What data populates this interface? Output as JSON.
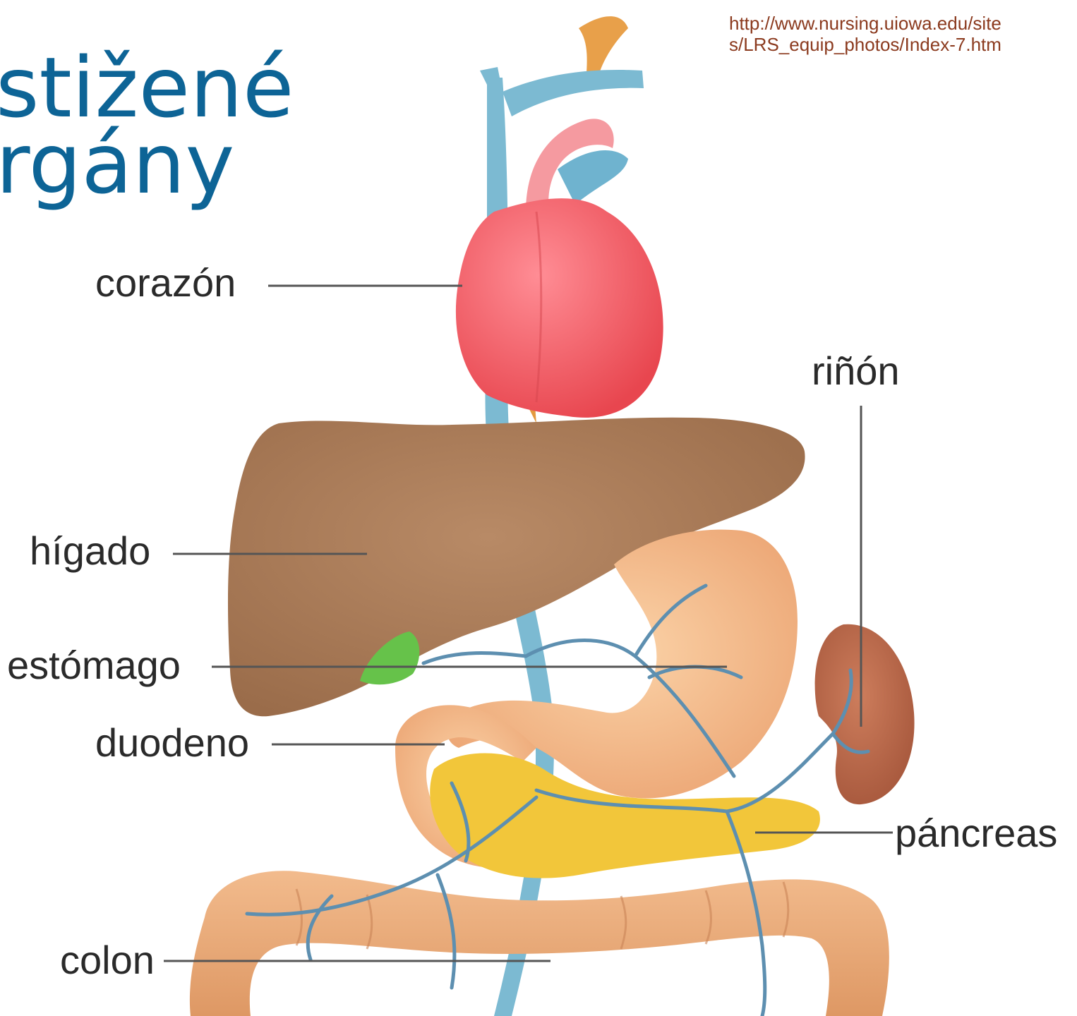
{
  "slide": {
    "title_lines": [
      "stižené",
      "rgány"
    ],
    "source_lines": [
      "http://www.nursing.uiowa.edu/site",
      "s/LRS_equip_photos/Index-7.htm"
    ]
  },
  "labels": {
    "heart": "corazón",
    "kidney": "riñón",
    "liver": "hígado",
    "stomach": "estómago",
    "duodenum": "duodeno",
    "pancreas": "páncreas",
    "colon": "colon"
  },
  "colors": {
    "title": "#0d6496",
    "source": "#8b3a1e",
    "heart": "#f05a63",
    "liver": "#a87a58",
    "stomach": "#f3b98a",
    "pancreas": "#f2c63a",
    "kidney": "#b8674a",
    "colon": "#e9a878",
    "vessel": "#6fb3cf",
    "aorta": "#e8a04a",
    "gallbladder": "#6cc24a"
  }
}
